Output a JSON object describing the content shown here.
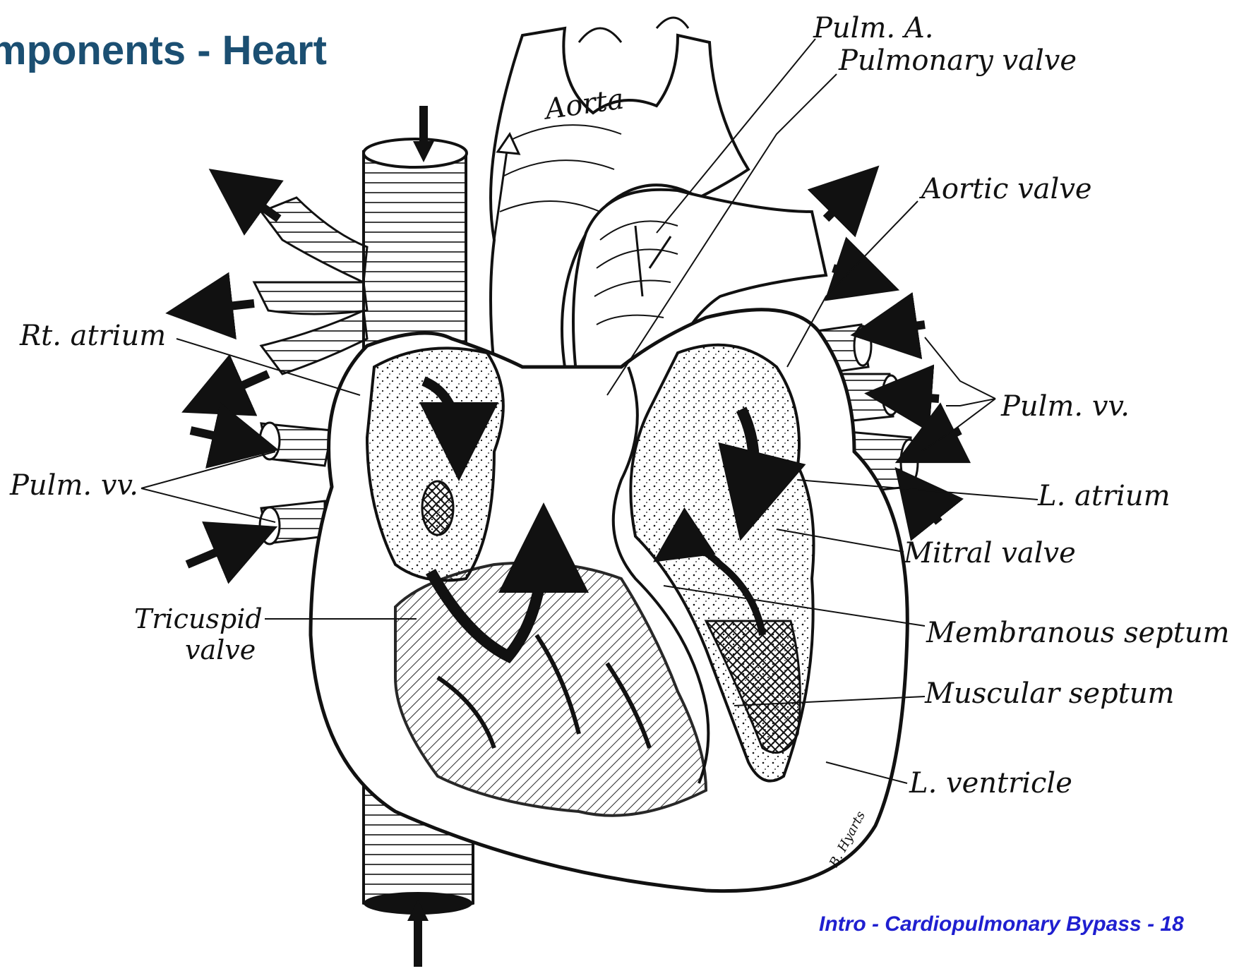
{
  "slide": {
    "title": "mponents - Heart",
    "footer": "Intro - Cardiopulmonary Bypass - 18"
  },
  "labels": {
    "pulm_a": "Pulm. A.",
    "pulmonary_valve": "Pulmonary valve",
    "aorta": "Aorta",
    "aortic_valve": "Aortic valve",
    "rt_atrium": "Rt. atrium",
    "pulm_vv_left": "Pulm. vv.",
    "pulm_vv_right": "Pulm. vv.",
    "l_atrium": "L. atrium",
    "mitral_valve": "Mitral valve",
    "tricuspid_line1": "Tricuspid",
    "tricuspid_line2": "valve",
    "membranous_septum": "Membranous septum",
    "muscular_septum": "Muscular septum",
    "l_ventricle": "L. ventricle",
    "signature": "B. Hyarts"
  }
}
